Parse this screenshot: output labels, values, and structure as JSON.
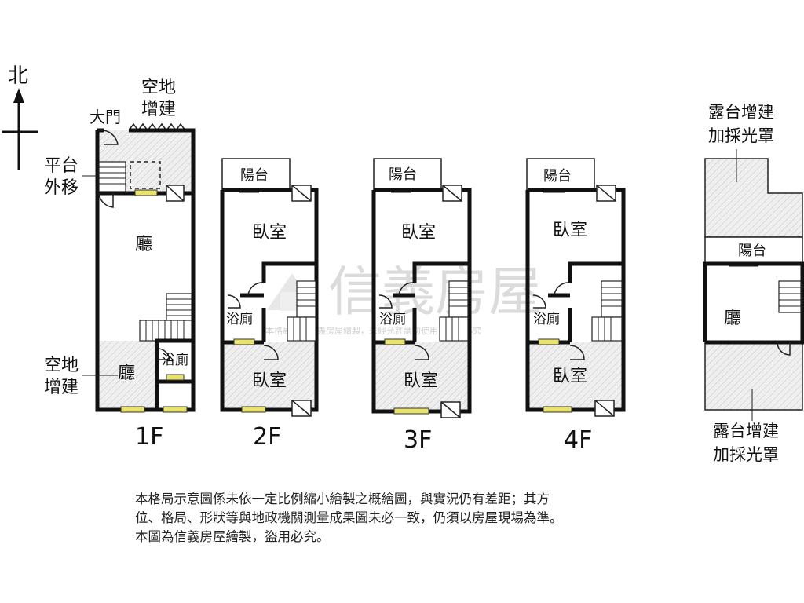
{
  "compass": {
    "north_label": "北"
  },
  "floor1": {
    "label": "1F",
    "vacant_addition_top": [
      "空地",
      "增建"
    ],
    "main_gate": "大門",
    "platform_moved": [
      "平台",
      "外移"
    ],
    "hall": "廳",
    "vacant_addition_bottom": [
      "空地",
      "增建"
    ],
    "hall_back": "廳",
    "bathroom": "浴廁"
  },
  "floor2": {
    "label": "2F",
    "balcony": "陽台",
    "bedroom_front": "臥室",
    "bathroom": "浴廁",
    "bedroom_back": "臥室"
  },
  "floor3": {
    "label": "3F",
    "balcony": "陽台",
    "bedroom_front": "臥室",
    "bathroom": "浴廁",
    "bedroom_back": "臥室"
  },
  "floor4": {
    "label": "4F",
    "balcony": "陽台",
    "bedroom_front": "臥室",
    "bathroom": "浴廁",
    "bedroom_back": "臥室"
  },
  "roof": {
    "terrace_addition_top": [
      "露台增建",
      "加採光罩"
    ],
    "balcony": "陽台",
    "hall": "廳",
    "terrace_addition_bottom": [
      "露台增建",
      "加採光罩"
    ]
  },
  "watermark": {
    "brand": "信義房屋",
    "notice": "本格局圖為信義房屋繪製，未經允許請勿使用，違者必究"
  },
  "disclaimer": [
    "本格局示意圖係未依一定比例縮小繪製之概繪圖，與實況仍有差距；其方",
    "位、格局、形狀等與地政機關測量成果圖未必一致，仍須以房屋現場為準。",
    "本圖為信義房屋繪製，盜用必究。"
  ]
}
